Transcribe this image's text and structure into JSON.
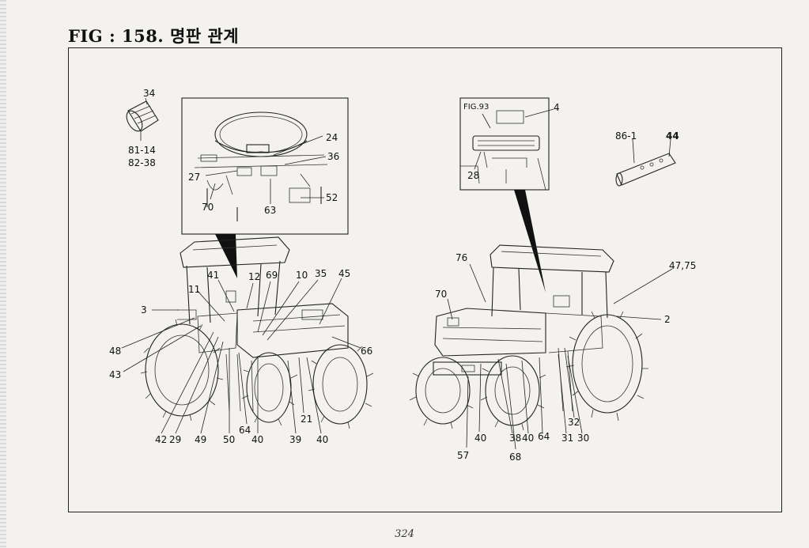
{
  "page": {
    "title": "FIG : 158. 명판 관계",
    "page_number": "324"
  },
  "callouts": {
    "c34": "34",
    "c81_14": "81-14",
    "c82_38": "82-38",
    "c24": "24",
    "c36": "36",
    "c27": "27",
    "c70a": "70",
    "c63": "63",
    "c52": "52",
    "fig93": "FIG.93",
    "c4": "4",
    "c28": "28",
    "c86_1": "86-1",
    "c44": "44",
    "c41": "41",
    "c12": "12",
    "c69": "69",
    "c10": "10",
    "c35": "35",
    "c45": "45",
    "c11": "11",
    "c3": "3",
    "c48": "48",
    "c43": "43",
    "c66": "66",
    "c21": "21",
    "c64a": "64",
    "c42": "42",
    "c29": "29",
    "c49": "49",
    "c50": "50",
    "c40a": "40",
    "c39": "39",
    "c40b": "40",
    "c76": "76",
    "c70b": "70",
    "c47_75": "47,75",
    "c2": "2",
    "c32": "32",
    "c40c": "40",
    "c38": "38",
    "c40d": "40",
    "c64b": "64",
    "c31": "31",
    "c30": "30",
    "c57": "57",
    "c68": "68"
  }
}
